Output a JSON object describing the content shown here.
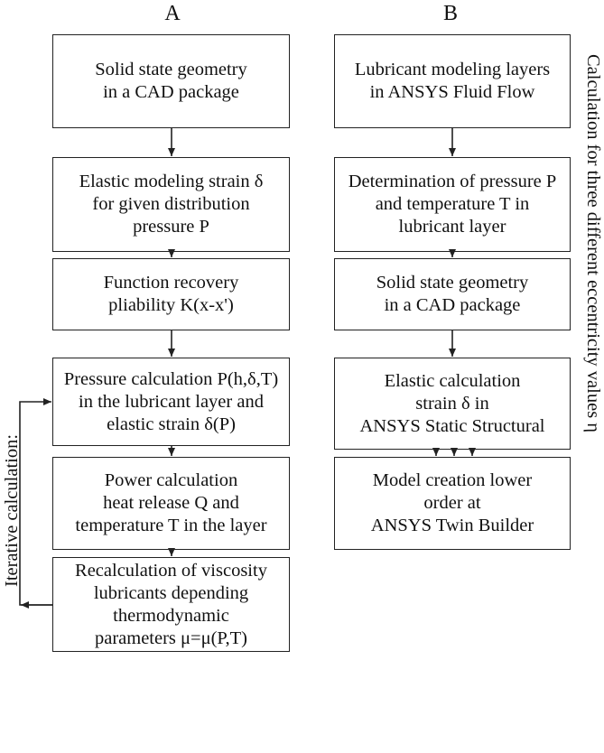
{
  "columns": {
    "a": {
      "title": "A",
      "steps": [
        "Solid state geometry\nin a CAD package",
        "Elastic modeling strain δ\nfor given distribution\npressure P",
        "Function recovery\npliability K(x-x')",
        "Pressure calculation P(h,δ,T)\nin the lubricant layer and\nelastic strain δ(P)",
        "Power calculation\nheat release Q and\ntemperature T in the layer",
        "Recalculation of viscosity\nlubricants depending\nthermodynamic\nparameters μ=μ(P,T)"
      ],
      "loop_label": "Iterative calculation:"
    },
    "b": {
      "title": "B",
      "steps": [
        "Lubricant modeling layers\nin ANSYS Fluid Flow",
        "Determination of pressure P\nand temperature T in\nlubricant layer",
        "Solid state geometry\nin a CAD package",
        "Elastic calculation\nstrain δ in\nANSYS Static Structural",
        "Model creation lower\norder at\nANSYS Twin Builder"
      ],
      "side_label": "Calculation for three different eccentricity values η"
    }
  }
}
